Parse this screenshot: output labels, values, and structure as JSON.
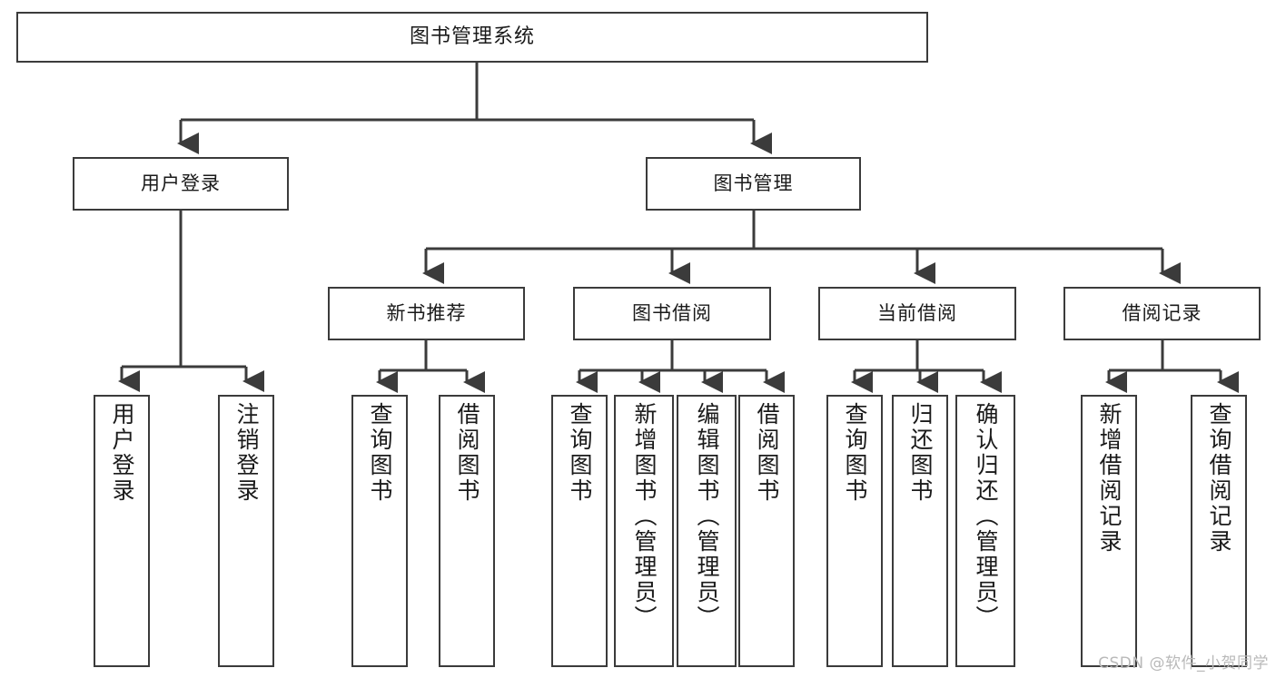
{
  "diagram": {
    "title": "图书管理系统",
    "type": "tree",
    "orientation": "top-down",
    "line_color": "#3b3b3b",
    "box_fill": "#ffffff",
    "text_color": "#1a1a1a"
  },
  "nodes": {
    "root": {
      "label": "图书管理系统",
      "level": 1
    },
    "login": {
      "label": "用户登录",
      "level": 2
    },
    "book_management": {
      "label": "图书管理",
      "level": 2
    },
    "new_books": {
      "label": "新书推荐",
      "level": 3
    },
    "book_borrow": {
      "label": "图书借阅",
      "level": 3
    },
    "current_borrow": {
      "label": "当前借阅",
      "level": 3
    },
    "borrow_records": {
      "label": "借阅记录",
      "level": 3
    }
  },
  "leaves": {
    "login": [
      {
        "label": "用户登录"
      },
      {
        "label": "注销登录"
      }
    ],
    "new_books": [
      {
        "label": "查询图书"
      },
      {
        "label": "借阅图书"
      }
    ],
    "book_borrow": [
      {
        "label": "查询图书"
      },
      {
        "label": "新增图书（管理员）"
      },
      {
        "label": "编辑图书（管理员）"
      },
      {
        "label": "借阅图书"
      }
    ],
    "current_borrow": [
      {
        "label": "查询图书"
      },
      {
        "label": "归还图书"
      },
      {
        "label": "确认归还（管理员）"
      }
    ],
    "borrow_records": [
      {
        "label": "新增借阅记录"
      },
      {
        "label": "查询借阅记录"
      }
    ]
  },
  "watermark": {
    "text": "CSDN @软件_小贺同学"
  }
}
